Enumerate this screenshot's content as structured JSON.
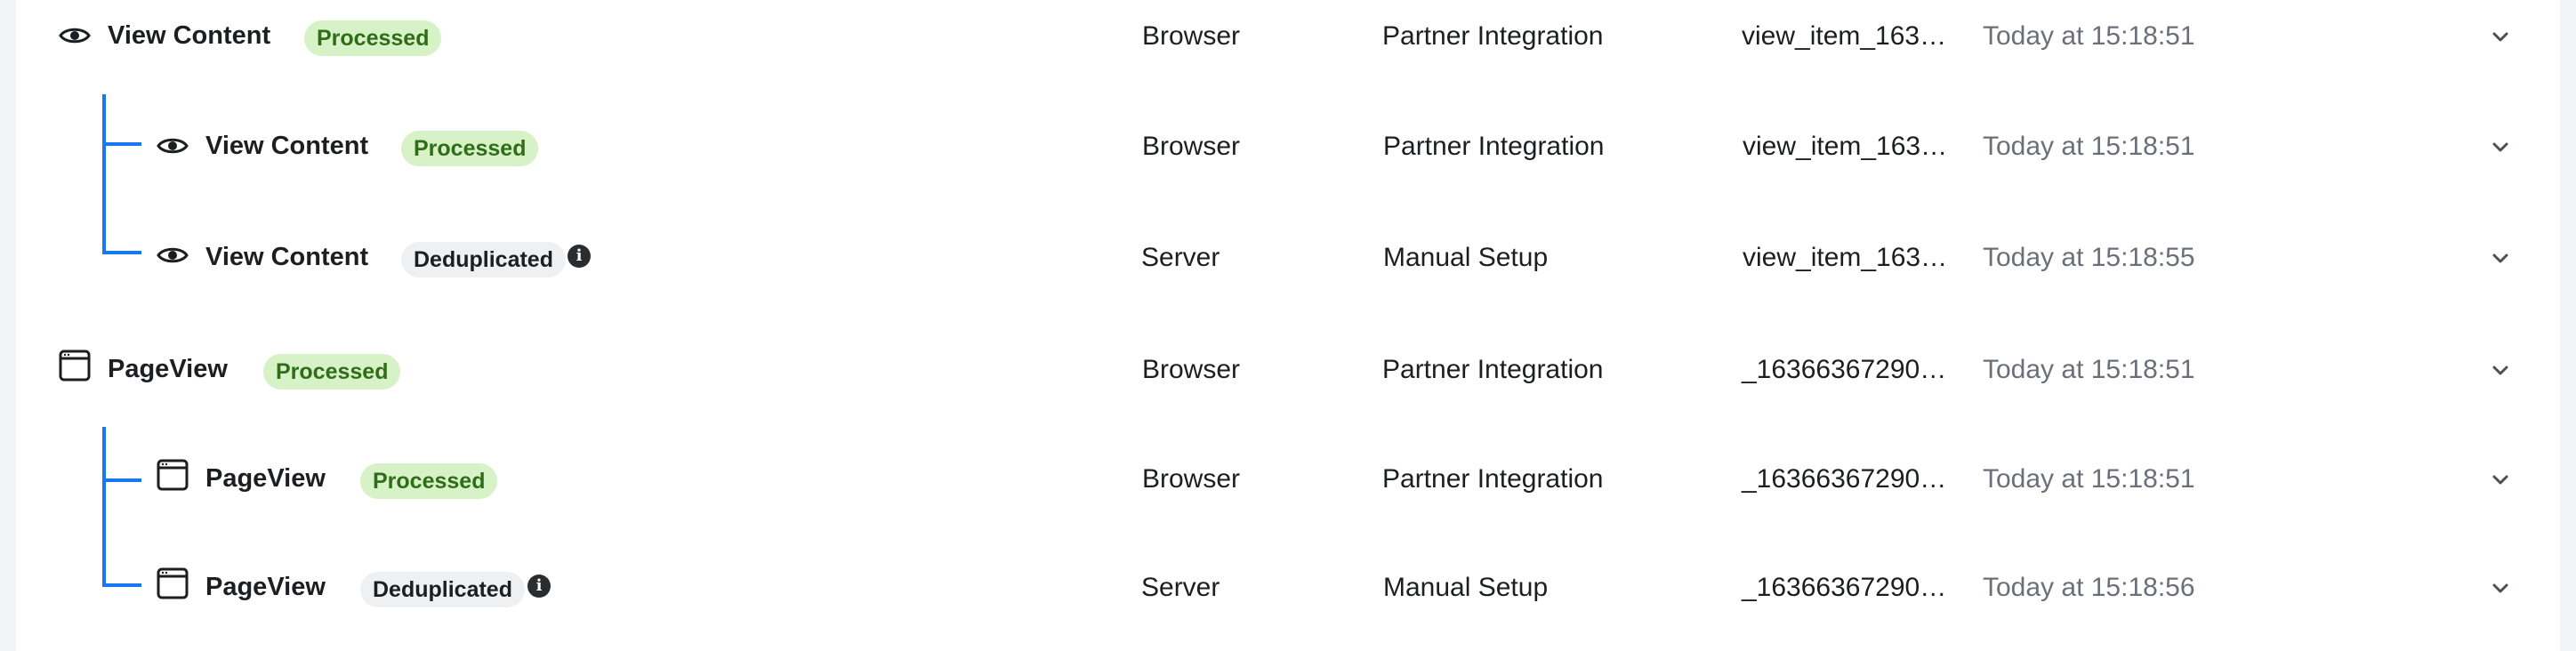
{
  "events": [
    {
      "name": "View Content",
      "icon": "eye-icon",
      "status": "Processed",
      "status_type": "processed",
      "source": "Browser",
      "setup": "Partner Integration",
      "event_id": "view_item_163…",
      "time": "Today at 15:18:51",
      "child": false
    },
    {
      "name": "View Content",
      "icon": "eye-icon",
      "status": "Processed",
      "status_type": "processed",
      "source": "Browser",
      "setup": "Partner Integration",
      "event_id": "view_item_163…",
      "time": "Today at 15:18:51",
      "child": true
    },
    {
      "name": "View Content",
      "icon": "eye-icon",
      "status": "Deduplicated",
      "status_type": "deduplicated",
      "source": "Server",
      "setup": "Manual Setup",
      "event_id": "view_item_163…",
      "time": "Today at 15:18:55",
      "child": true
    },
    {
      "name": "PageView",
      "icon": "browser-window-icon",
      "status": "Processed",
      "status_type": "processed",
      "source": "Browser",
      "setup": "Partner Integration",
      "event_id": "_16366367290…",
      "time": "Today at 15:18:51",
      "child": false
    },
    {
      "name": "PageView",
      "icon": "browser-window-icon",
      "status": "Processed",
      "status_type": "processed",
      "source": "Browser",
      "setup": "Partner Integration",
      "event_id": "_16366367290…",
      "time": "Today at 15:18:51",
      "child": true
    },
    {
      "name": "PageView",
      "icon": "browser-window-icon",
      "status": "Deduplicated",
      "status_type": "deduplicated",
      "source": "Server",
      "setup": "Manual Setup",
      "event_id": "_16366367290…",
      "time": "Today at 15:18:56",
      "child": true
    }
  ],
  "colors": {
    "tree_line": "#1877f2",
    "processed_bg": "#d6f2c6",
    "processed_text": "#2f6d18",
    "dedup_bg": "#eef0f2",
    "time_text": "#6a6f78"
  }
}
